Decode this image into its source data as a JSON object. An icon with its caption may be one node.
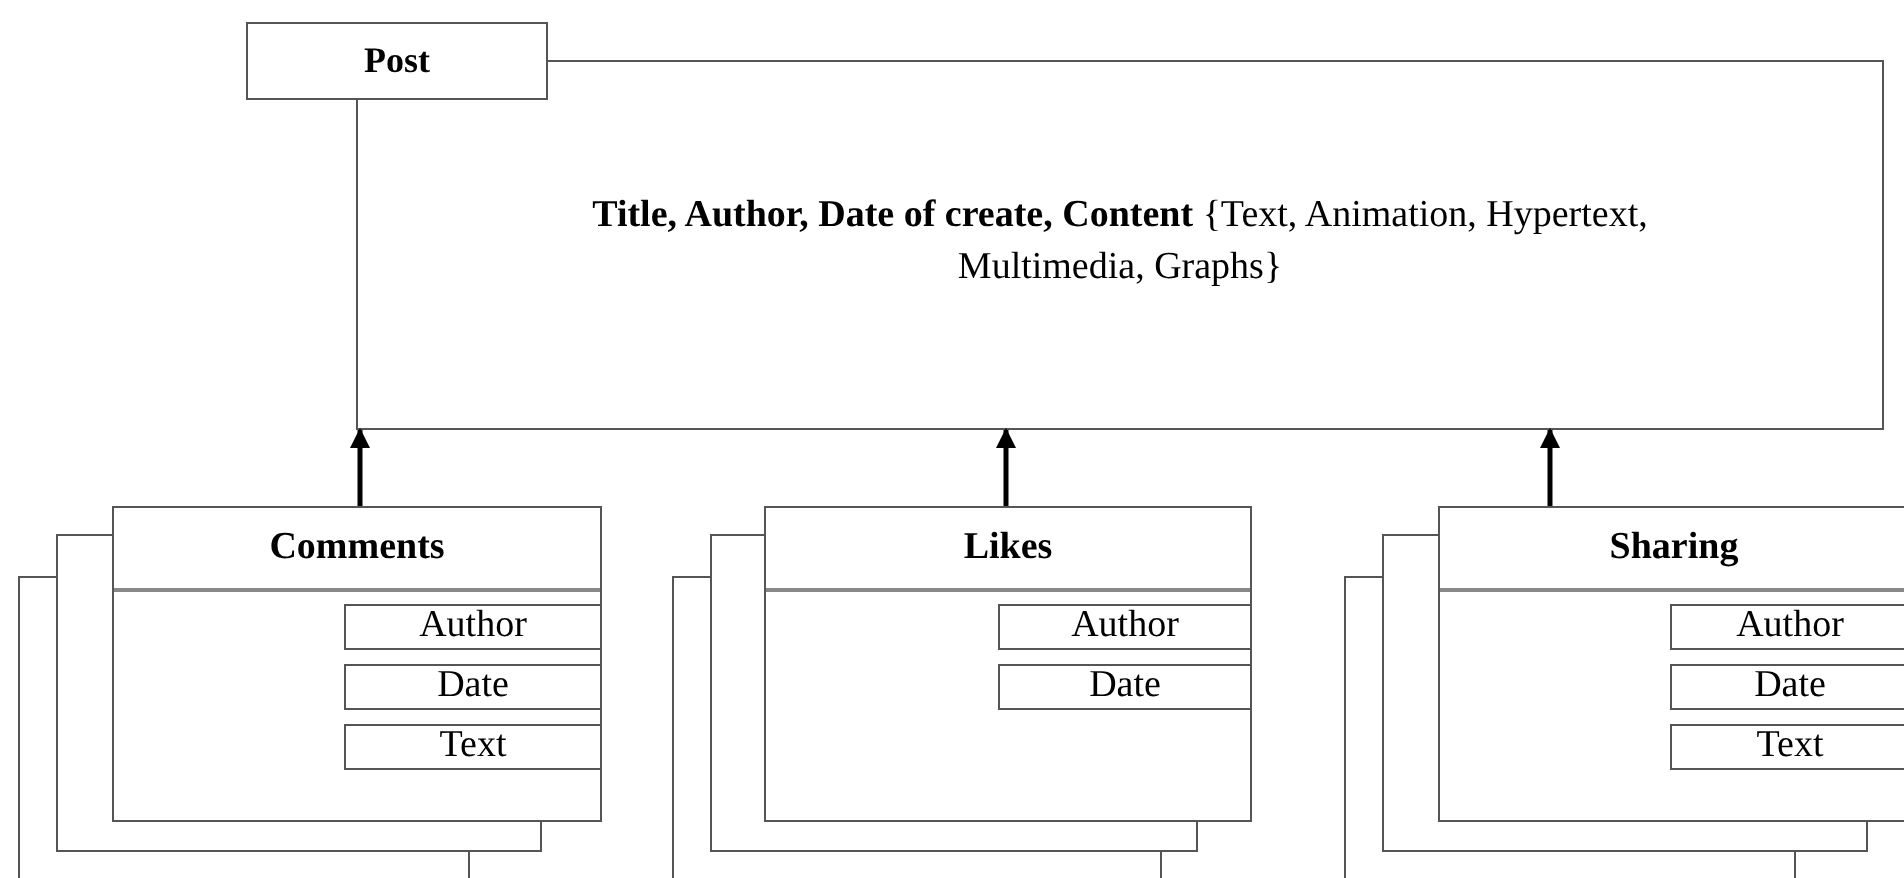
{
  "diagram": {
    "nodes": [
      {
        "text": [
          "Post",
          "**Title, Author, Date of create, Content** {Text, Animation, Hypertext, Multimedia, Graphs}"
        ]
      },
      {
        "text": [
          "Comments"
        ]
      },
      {
        "text": [
          "Author"
        ],
        "in": 1
      },
      {
        "text": [
          "Date"
        ],
        "in": 1
      },
      {
        "text": [
          "Text"
        ],
        "in": 1
      },
      {
        "text": [
          "Likes"
        ]
      },
      {
        "text": [
          "Author"
        ],
        "in": 5
      },
      {
        "text": [
          "Date"
        ],
        "in": 5
      },
      {
        "text": [
          "Sharing"
        ]
      },
      {
        "text": [
          "Author"
        ],
        "in": 8
      },
      {
        "text": [
          "Date"
        ],
        "in": 8
      },
      {
        "text": [
          "Text"
        ],
        "in": 8
      }
    ],
    "edges": [
      {
        "from": 1,
        "to": 0,
        "arrow": "to"
      },
      {
        "from": 5,
        "to": 0,
        "arrow": "to"
      },
      {
        "from": 8,
        "to": 0,
        "arrow": "to"
      }
    ]
  }
}
